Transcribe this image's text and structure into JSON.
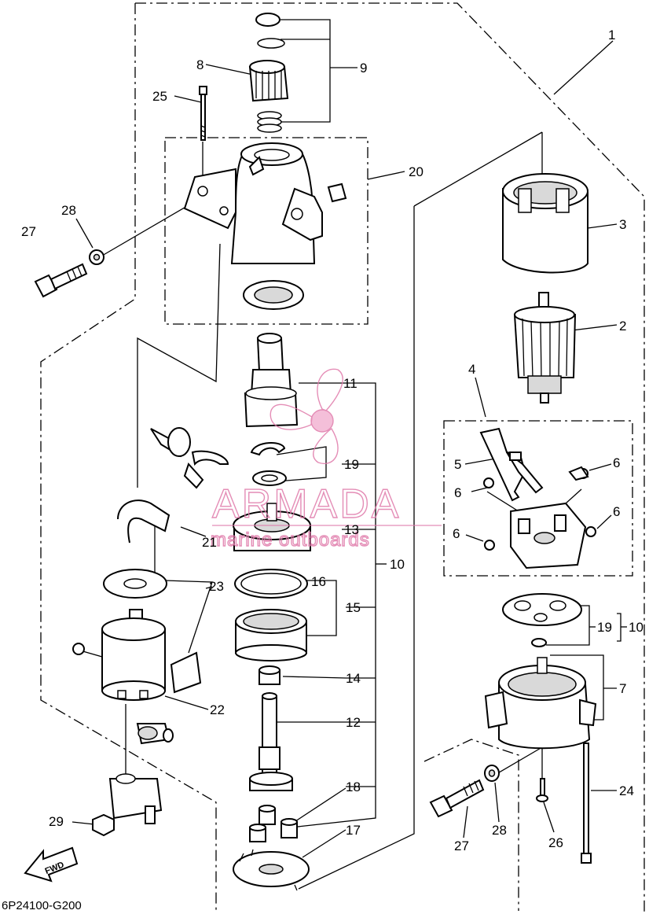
{
  "diagram": {
    "drawing_code": "6P24100-G200",
    "fwd_label": "FWD",
    "callouts": {
      "c1": "1",
      "c2": "2",
      "c3": "3",
      "c4": "4",
      "c5": "5",
      "c6a": "6",
      "c6b": "6",
      "c6c": "6",
      "c6d": "6",
      "c7": "7",
      "c8": "8",
      "c9": "9",
      "c10a": "10",
      "c10b": "10",
      "c11": "11",
      "c12": "12",
      "c13": "13",
      "c14": "14",
      "c15": "15",
      "c16": "16",
      "c17": "17",
      "c18": "18",
      "c19a": "19",
      "c19b": "19",
      "c20": "20",
      "c21": "21",
      "c22": "22",
      "c23": "23",
      "c24": "24",
      "c25": "25",
      "c26": "26",
      "c27a": "27",
      "c27b": "27",
      "c28a": "28",
      "c28b": "28",
      "c29": "29"
    }
  },
  "watermark": {
    "brand": "ARMADA",
    "tagline": "marine outboards",
    "color": "#e07aaa"
  }
}
